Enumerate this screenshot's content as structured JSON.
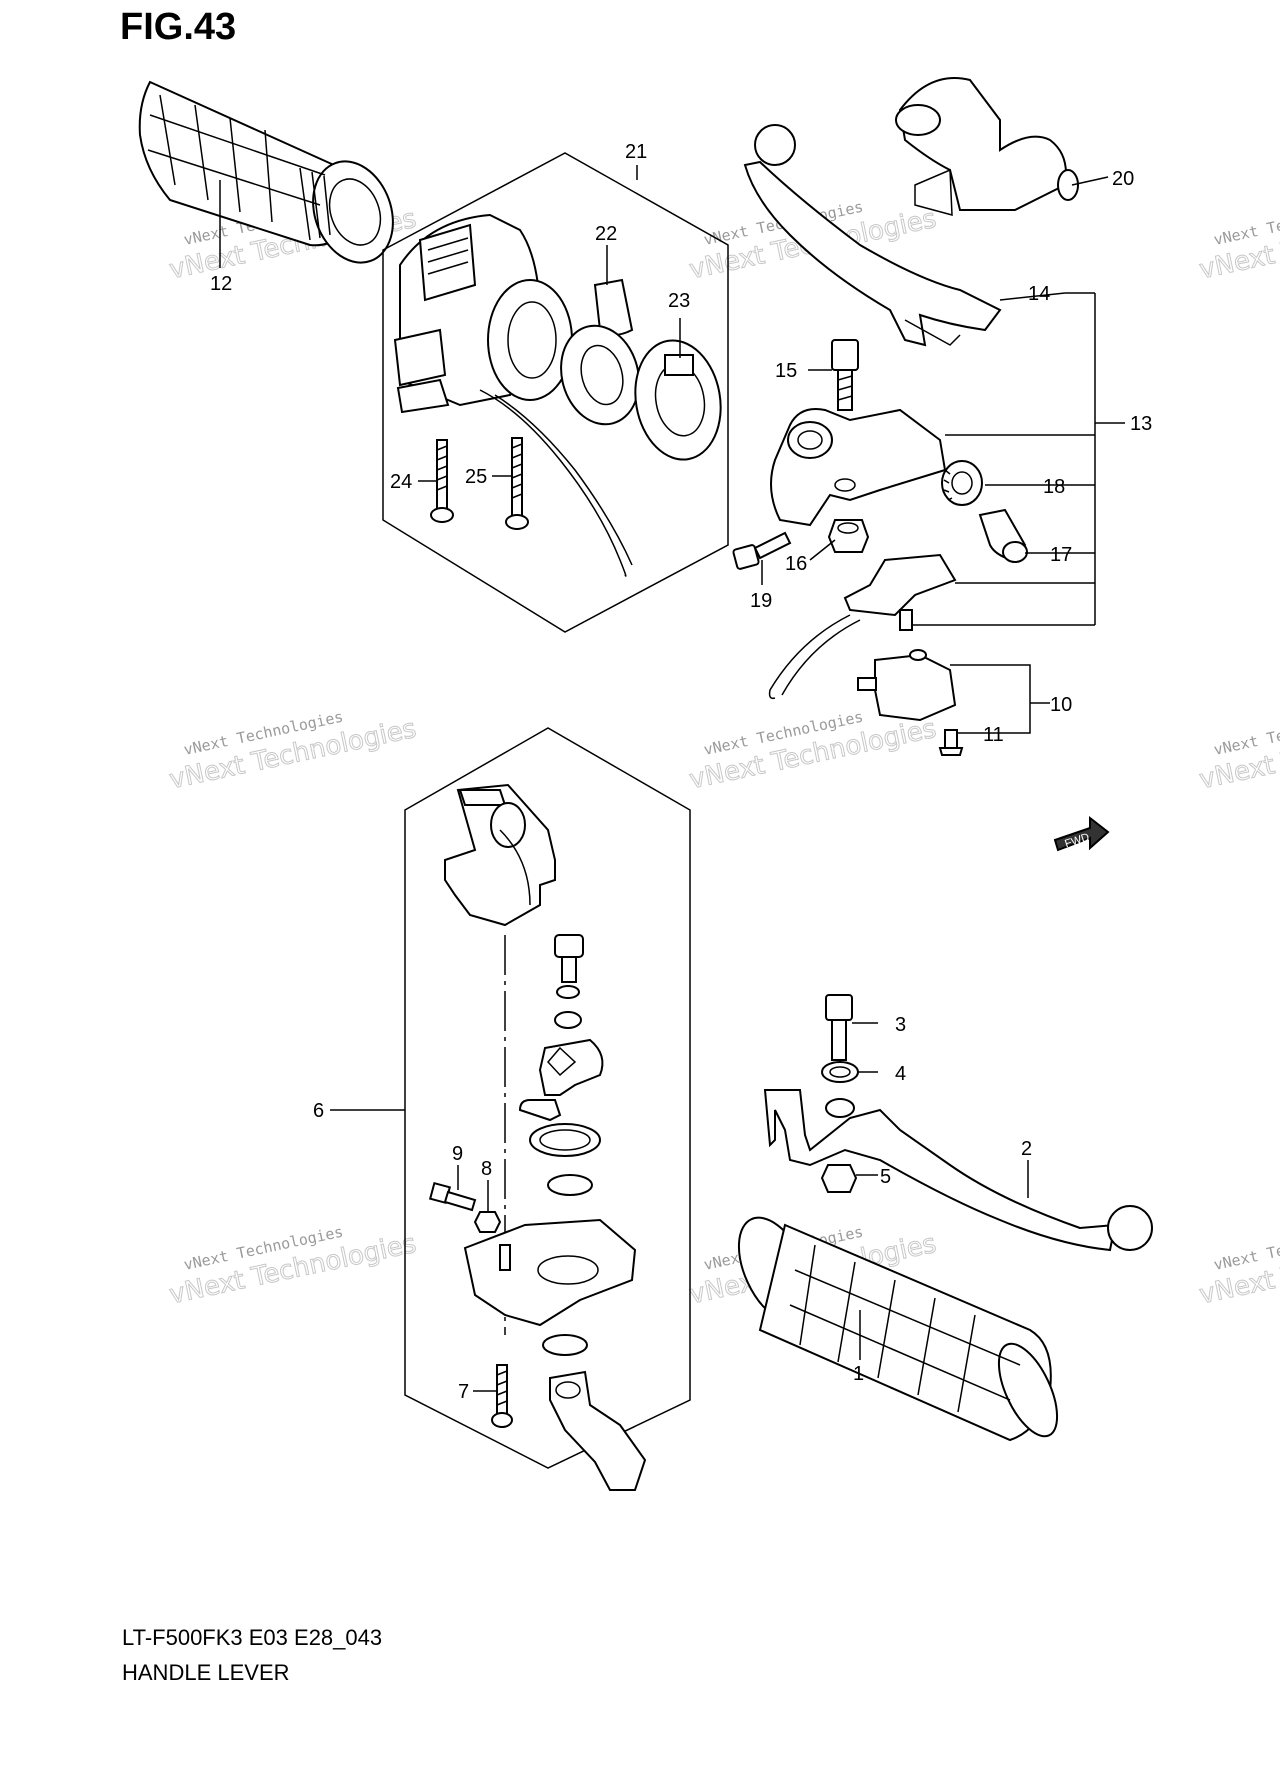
{
  "figure": {
    "title": "FIG.43",
    "model_code": "LT-F500FK3  E03  E28_043",
    "caption": "HANDLE LEVER"
  },
  "watermark": {
    "line1": "vNext Technologies",
    "line2": "vNext Technologies"
  },
  "direction_badge": "FWD",
  "callouts": {
    "c1": "1",
    "c2": "2",
    "c3": "3",
    "c4": "4",
    "c5": "5",
    "c6": "6",
    "c7": "7",
    "c8": "8",
    "c9": "9",
    "c10": "10",
    "c11": "11",
    "c12": "12",
    "c13": "13",
    "c14": "14",
    "c15": "15",
    "c16": "16",
    "c17": "17",
    "c18": "18",
    "c19": "19",
    "c20": "20",
    "c21": "21",
    "c22": "22",
    "c23": "23",
    "c24": "24",
    "c25": "25"
  }
}
